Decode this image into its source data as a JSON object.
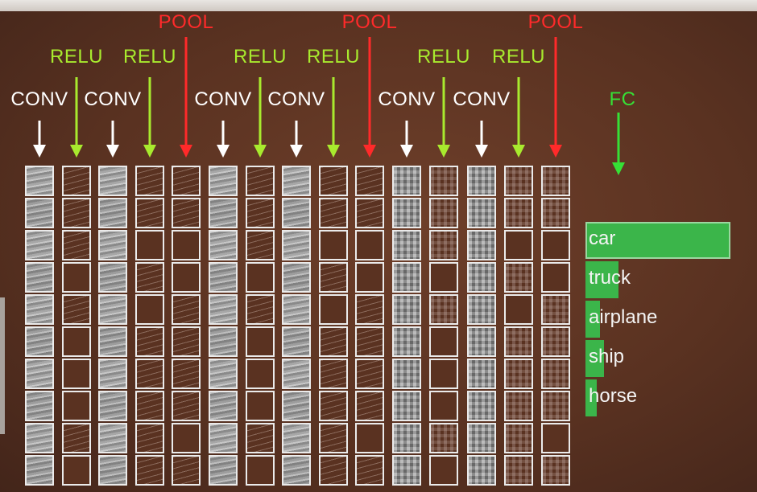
{
  "layers": [
    {
      "label": "CONV",
      "type": "conv"
    },
    {
      "label": "RELU",
      "type": "relu"
    },
    {
      "label": "CONV",
      "type": "conv"
    },
    {
      "label": "RELU",
      "type": "relu"
    },
    {
      "label": "POOL",
      "type": "pool"
    },
    {
      "label": "CONV",
      "type": "conv"
    },
    {
      "label": "RELU",
      "type": "relu"
    },
    {
      "label": "CONV",
      "type": "conv"
    },
    {
      "label": "RELU",
      "type": "relu"
    },
    {
      "label": "POOL",
      "type": "pool"
    },
    {
      "label": "CONV",
      "type": "conv"
    },
    {
      "label": "RELU",
      "type": "relu"
    },
    {
      "label": "CONV",
      "type": "conv"
    },
    {
      "label": "RELU",
      "type": "relu"
    },
    {
      "label": "POOL",
      "type": "pool"
    }
  ],
  "fc": {
    "label": "FC"
  },
  "predictions": [
    {
      "label": "car",
      "score": 1.0
    },
    {
      "label": "truck",
      "score": 0.23
    },
    {
      "label": "airplane",
      "score": 0.1
    },
    {
      "label": "ship",
      "score": 0.13
    },
    {
      "label": "horse",
      "score": 0.08
    }
  ],
  "colors": {
    "conv": "#ffffff",
    "relu": "#a8ea2e",
    "pool": "#ff2a2a",
    "fc": "#36e036",
    "bar": "#3bb54a",
    "background": "#5a3221"
  }
}
